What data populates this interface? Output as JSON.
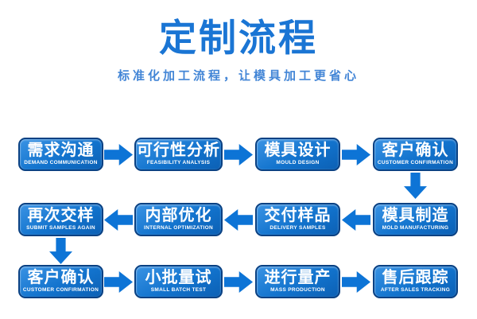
{
  "header": {
    "title": "定制流程",
    "subtitle": "标准化加工流程，让模具加工更省心"
  },
  "colors": {
    "background": "#ffffff",
    "title": "#1a75d4",
    "subtitle": "#4285d6",
    "box_border": "#0a4183",
    "box_fill_light": "#3a93e4",
    "box_fill_mid": "#1273cd",
    "box_fill_dark": "#0c60b4",
    "box_text": "#ffffff",
    "arrow": "#0d74d6"
  },
  "flow": {
    "steps": [
      {
        "title": "需求沟通",
        "subtitle": "DEMAND COMMUNICATION"
      },
      {
        "title": "可行性分析",
        "subtitle": "FEASIBILITY ANALYSIS"
      },
      {
        "title": "模具设计",
        "subtitle": "MOULD DESIGN"
      },
      {
        "title": "客户确认",
        "subtitle": "CUSTOMER CONFIRMATION"
      },
      {
        "title": "模具制造",
        "subtitle": "MOLD MANUFACTURING"
      },
      {
        "title": "交付样品",
        "subtitle": "DELIVERY SAMPLES"
      },
      {
        "title": "内部优化",
        "subtitle": "INTERNAL OPTIMIZATION"
      },
      {
        "title": "再次交样",
        "subtitle": "SUBMIT SAMPLES AGAIN"
      },
      {
        "title": "客户确认",
        "subtitle": "CUSTOMER CONFIRMATION"
      },
      {
        "title": "小批量试",
        "subtitle": "SMALL BATCH TEST"
      },
      {
        "title": "进行量产",
        "subtitle": "MASS PRODUCTION"
      },
      {
        "title": "售后跟踪",
        "subtitle": "AFTER SALES TRACKING"
      }
    ]
  }
}
